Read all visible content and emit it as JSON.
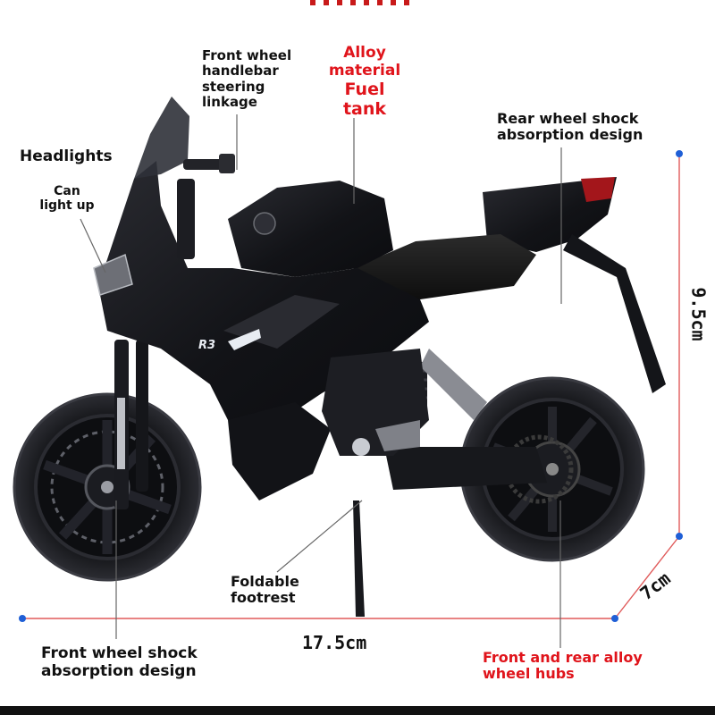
{
  "labels": {
    "front_wheel_handlebar": "Front wheel\nhandlebar\nsteering\nlinkage",
    "alloy_fuel_tank_a": "Alloy\nmaterial",
    "alloy_fuel_tank_b": "Fuel\ntank",
    "rear_wheel_shock": "Rear wheel shock\nabsorption design",
    "headlights": "Headlights",
    "can_light_up": "Can\nlight up",
    "foldable_footrest": "Foldable\nfootrest",
    "front_wheel_shock": "Front wheel shock\nabsorption design",
    "alloy_wheel_hubs": "Front and rear alloy\nwheel hubs"
  },
  "dimensions": {
    "length": "17.5cm",
    "height": "9.5cm",
    "width": "7cm"
  },
  "bike_badge": "R3",
  "colors": {
    "accent_red": "#e0141b",
    "dimension_line": "#e05a5a",
    "dot_blue": "#1f5fd6",
    "bike_black": "#15161a"
  }
}
